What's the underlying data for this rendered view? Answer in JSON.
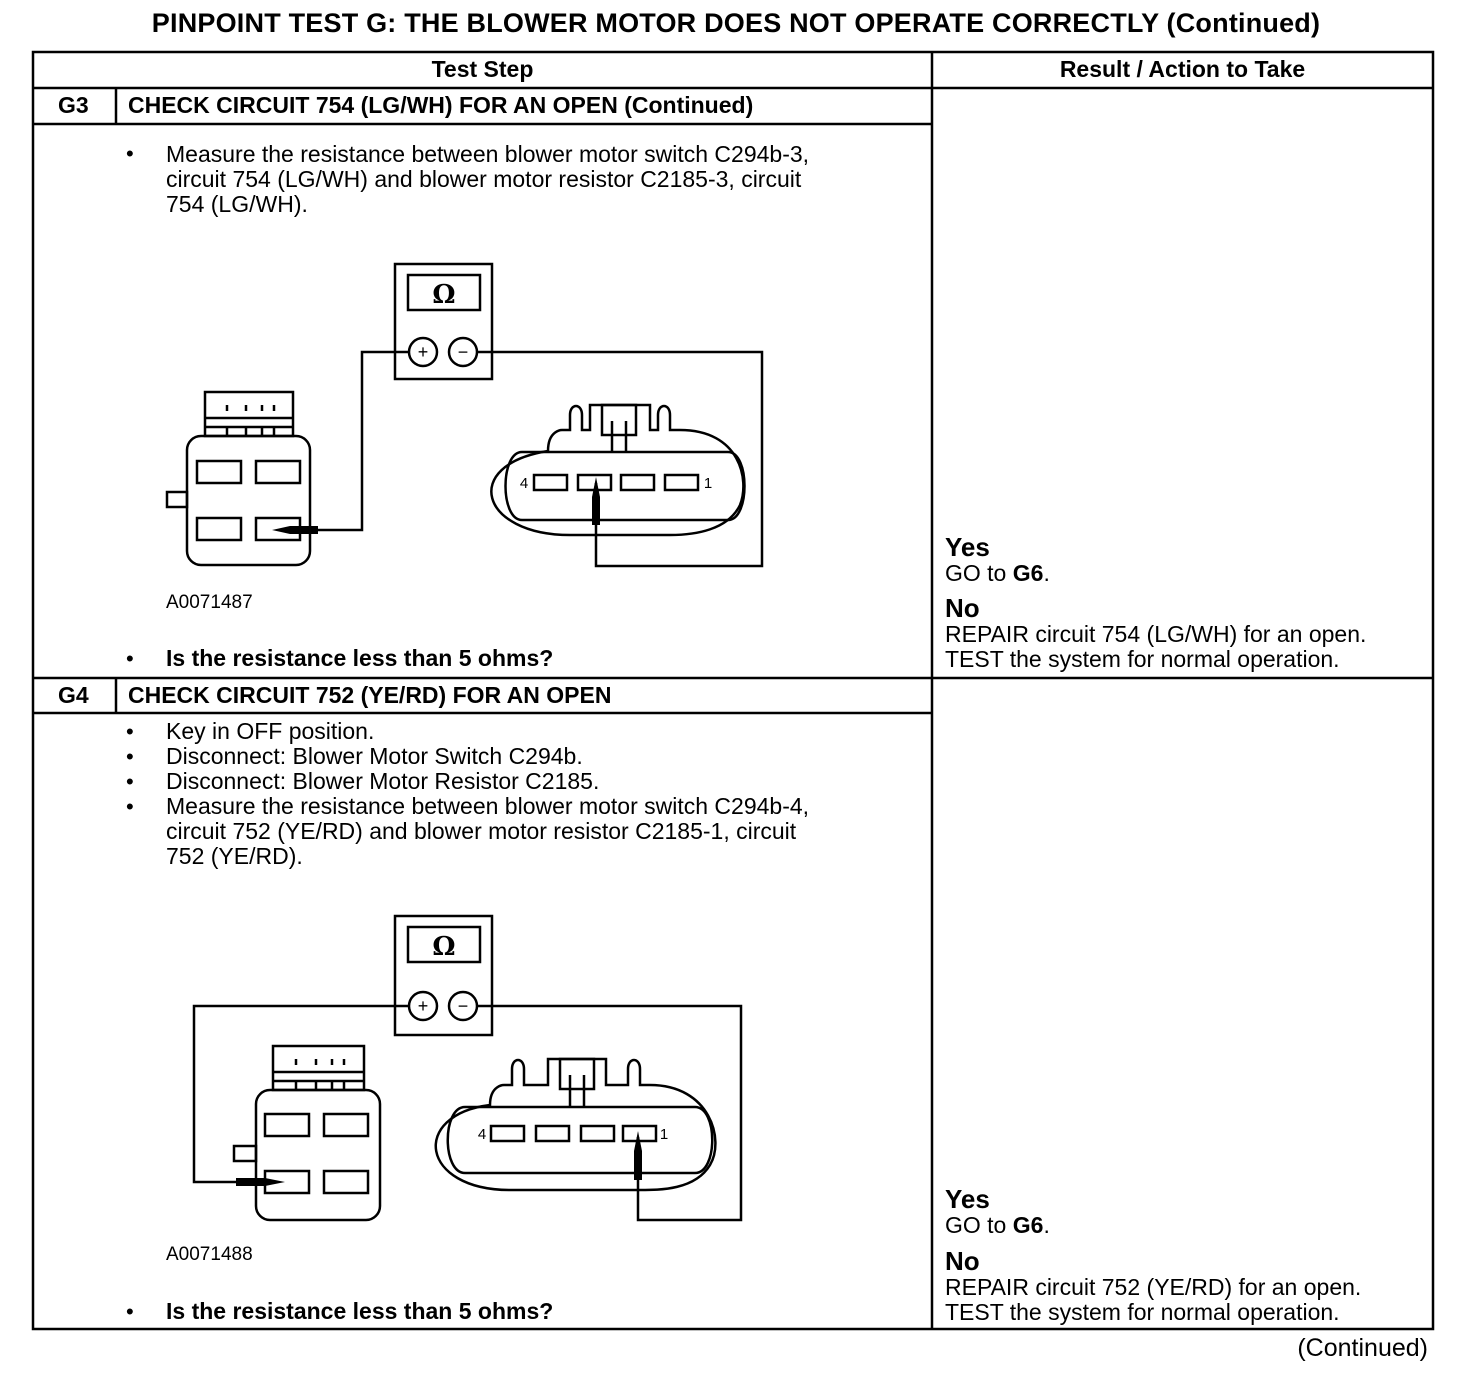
{
  "title": "PINPOINT TEST G: THE BLOWER MOTOR DOES NOT OPERATE CORRECTLY (Continued)",
  "table": {
    "col_test_step": "Test Step",
    "col_result": "Result / Action to Take"
  },
  "steps": [
    {
      "id": "G3",
      "heading": "CHECK CIRCUIT 754 (LG/WH) FOR AN OPEN (Continued)",
      "instructions": [
        "Measure the resistance between blower motor switch C294b-3,",
        "circuit 754 (LG/WH) and blower motor resistor C2185-3, circuit",
        "754 (LG/WH)."
      ],
      "figure_id": "A0071487",
      "question": "Is the resistance less than 5 ohms?",
      "yes_label": "Yes",
      "yes_action": "GO to",
      "yes_target": "G6",
      "no_label": "No",
      "no_action_1": "REPAIR circuit 754 (LG/WH) for an open.",
      "no_action_2": "TEST the system for normal operation."
    },
    {
      "id": "G4",
      "heading": "CHECK CIRCUIT 752 (YE/RD) FOR AN OPEN",
      "instructions": [
        "Key in OFF position.",
        "Disconnect: Blower Motor Switch C294b.",
        "Disconnect: Blower Motor Resistor C2185.",
        "Measure the resistance between blower motor switch C294b-4,",
        "circuit 752 (YE/RD) and blower motor resistor C2185-1, circuit",
        "752 (YE/RD)."
      ],
      "figure_id": "A0071488",
      "question": "Is the resistance less than 5 ohms?",
      "yes_label": "Yes",
      "yes_action": "GO to",
      "yes_target": "G6",
      "no_label": "No",
      "no_action_1": "REPAIR circuit 752 (YE/RD) for an open.",
      "no_action_2": "TEST the system for normal operation."
    }
  ],
  "diagram": {
    "meter_symbol": "Ω",
    "plus_symbol": "+",
    "minus_symbol": "−",
    "pin_left": "4",
    "pin_right": "1"
  },
  "footer": "(Continued)"
}
